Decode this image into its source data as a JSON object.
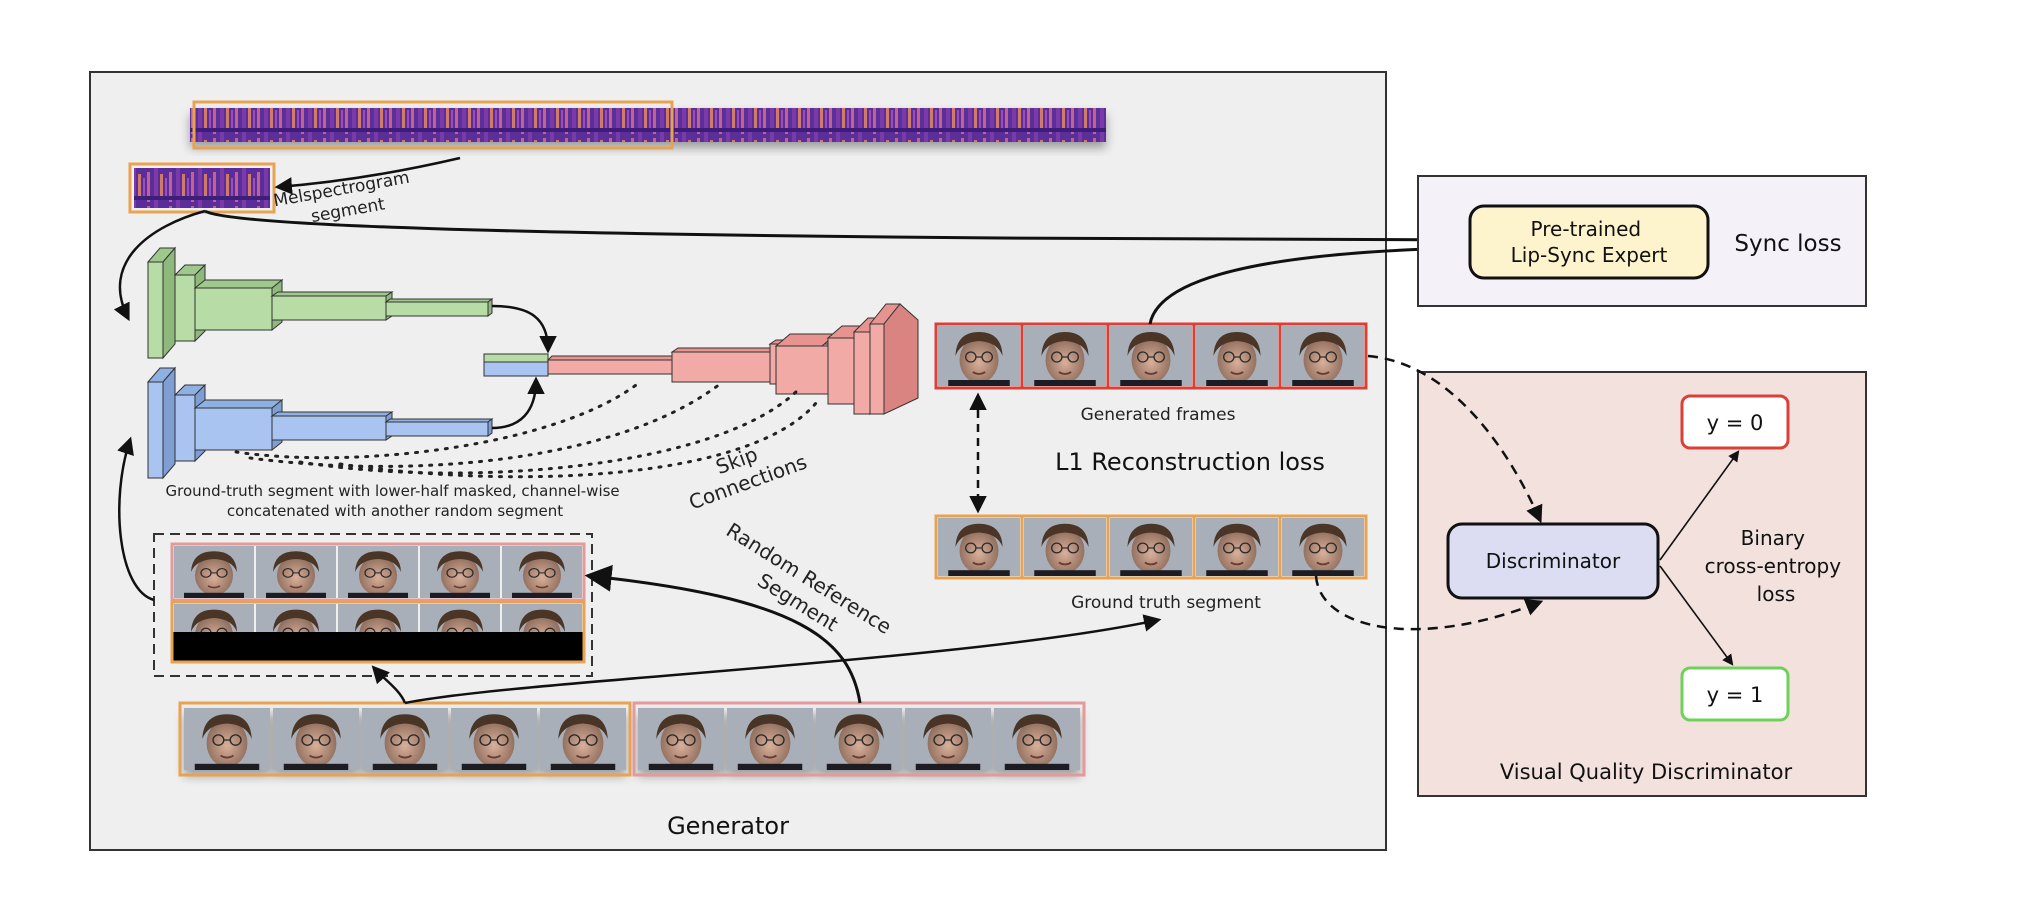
{
  "labels": {
    "melspectrogram_segment": [
      "Melspectrogram",
      "segment"
    ],
    "skip_connections": [
      "Skip",
      "Connections"
    ],
    "ground_truth_masked": [
      "Ground-truth segment with lower-half masked, channel-wise",
      "concatenated with another random segment"
    ],
    "random_reference": [
      "Random Reference",
      "Segment"
    ],
    "generated_frames": "Generated frames",
    "l1_loss": "L1 Reconstruction loss",
    "ground_truth_segment": "Ground truth segment",
    "generator": "Generator",
    "lip_sync_expert": [
      "Pre-trained",
      "Lip-Sync Expert"
    ],
    "sync_loss": "Sync loss",
    "discriminator": "Discriminator",
    "y0": "y = 0",
    "y1": "y = 1",
    "bce_loss": [
      "Binary",
      "cross-entropy",
      "loss"
    ],
    "visual_quality": "Visual Quality Discriminator"
  },
  "colors": {
    "panel_bg": "#efefef",
    "sync_panel_bg": "#f4f1f8",
    "disc_panel_bg": "#f3e1de",
    "orange_border": "#e8a352",
    "red_border": "#d84038",
    "pink_border": "#e39a9a",
    "green_block": "#b8dca5",
    "blue_block": "#a9c4f1",
    "pink_block": "#f1aaa6",
    "expert_fill": "#fdf3cc",
    "disc_fill": "#dcdcf2",
    "green_box": "#6fd15a",
    "spectrogram": "#6a3aa6"
  }
}
